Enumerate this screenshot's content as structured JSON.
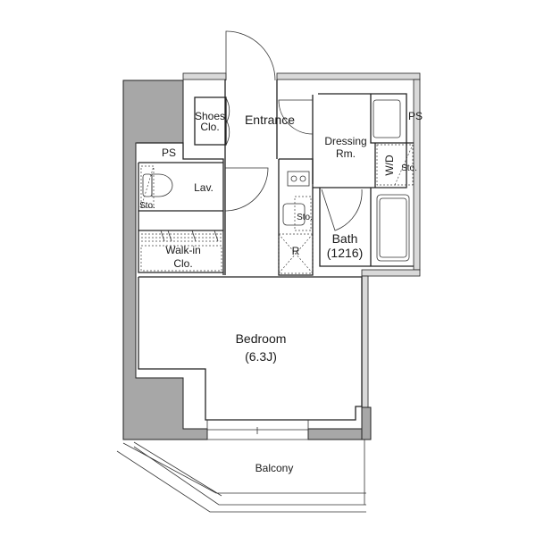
{
  "plan": {
    "rooms": {
      "shoes_closet": [
        "Shoes",
        "Clo."
      ],
      "entrance": "Entrance",
      "dressing_room": [
        "Dressing",
        "Rm."
      ],
      "ps_right": "PS",
      "ps_left": "PS",
      "lavatory": "Lav.",
      "lav_storage": "Sto.",
      "washer_dryer": "W/D",
      "dressing_storage": "Sto.",
      "kitchen_storage": "Sto.",
      "refrigerator": "R",
      "bath": [
        "Bath",
        "(1216)"
      ],
      "walkin_closet": [
        "Walk-in",
        "Clo."
      ],
      "bedroom": [
        "Bedroom",
        "(6.3J)"
      ],
      "balcony": "Balcony"
    },
    "colors": {
      "structure": "#a7a7a7",
      "wall": "#222222",
      "outer_wall": "#d9d9d9"
    }
  }
}
